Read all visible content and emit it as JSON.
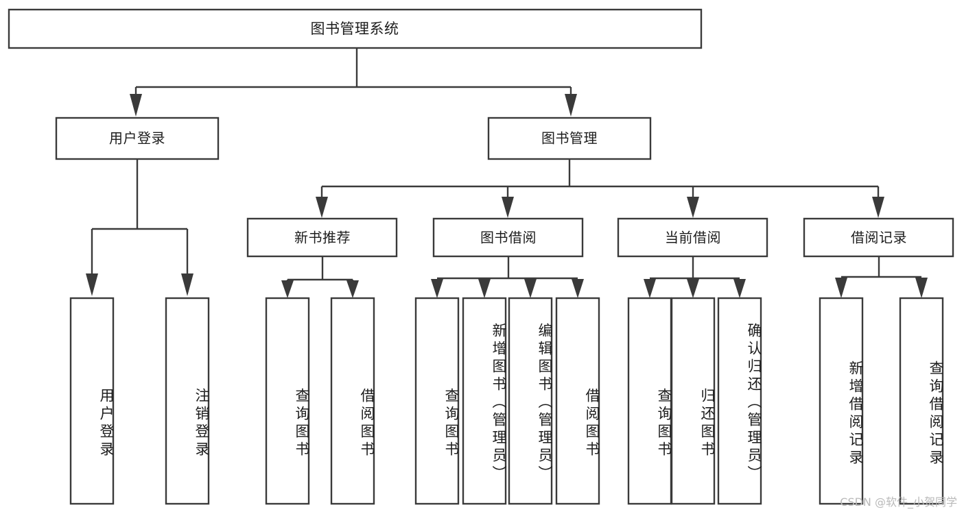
{
  "diagram": {
    "type": "tree",
    "title": "图书管理系统",
    "root": {
      "id": "root",
      "label": "图书管理系统"
    },
    "level2": [
      {
        "id": "user-login",
        "label": "用户登录"
      },
      {
        "id": "book-manage",
        "label": "图书管理"
      }
    ],
    "level3": [
      {
        "id": "new-book-recommend",
        "label": "新书推荐",
        "parent": "book-manage"
      },
      {
        "id": "book-borrow",
        "label": "图书借阅",
        "parent": "book-manage"
      },
      {
        "id": "current-borrow",
        "label": "当前借阅",
        "parent": "book-manage"
      },
      {
        "id": "borrow-record",
        "label": "借阅记录",
        "parent": "book-manage"
      }
    ],
    "leaves": {
      "user-login": [
        {
          "id": "leaf-user-login",
          "label": "用户登录"
        },
        {
          "id": "leaf-user-logout",
          "label": "注销登录"
        }
      ],
      "new-book-recommend": [
        {
          "id": "leaf-query-book-1",
          "label": "查询图书"
        },
        {
          "id": "leaf-borrow-book-1",
          "label": "借阅图书"
        }
      ],
      "book-borrow": [
        {
          "id": "leaf-query-book-2",
          "label": "查询图书"
        },
        {
          "id": "leaf-add-book",
          "label": "新增图书（管理员）"
        },
        {
          "id": "leaf-edit-book",
          "label": "编辑图书（管理员）"
        },
        {
          "id": "leaf-borrow-book-2",
          "label": "借阅图书"
        }
      ],
      "current-borrow": [
        {
          "id": "leaf-query-book-3",
          "label": "查询图书"
        },
        {
          "id": "leaf-return-book",
          "label": "归还图书"
        },
        {
          "id": "leaf-confirm-return",
          "label": "确认归还（管理员）"
        }
      ],
      "borrow-record": [
        {
          "id": "leaf-add-record",
          "label": "新增借阅记录"
        },
        {
          "id": "leaf-query-record",
          "label": "查询借阅记录"
        }
      ]
    }
  },
  "watermark": {
    "text": "CSDN @软件_小贺同学"
  },
  "colors": {
    "stroke": "#3a3a3a",
    "box_fill": "#ffffff",
    "text": "#1c1c1c",
    "background": "#ffffff",
    "watermark": "#b9b9b9"
  }
}
